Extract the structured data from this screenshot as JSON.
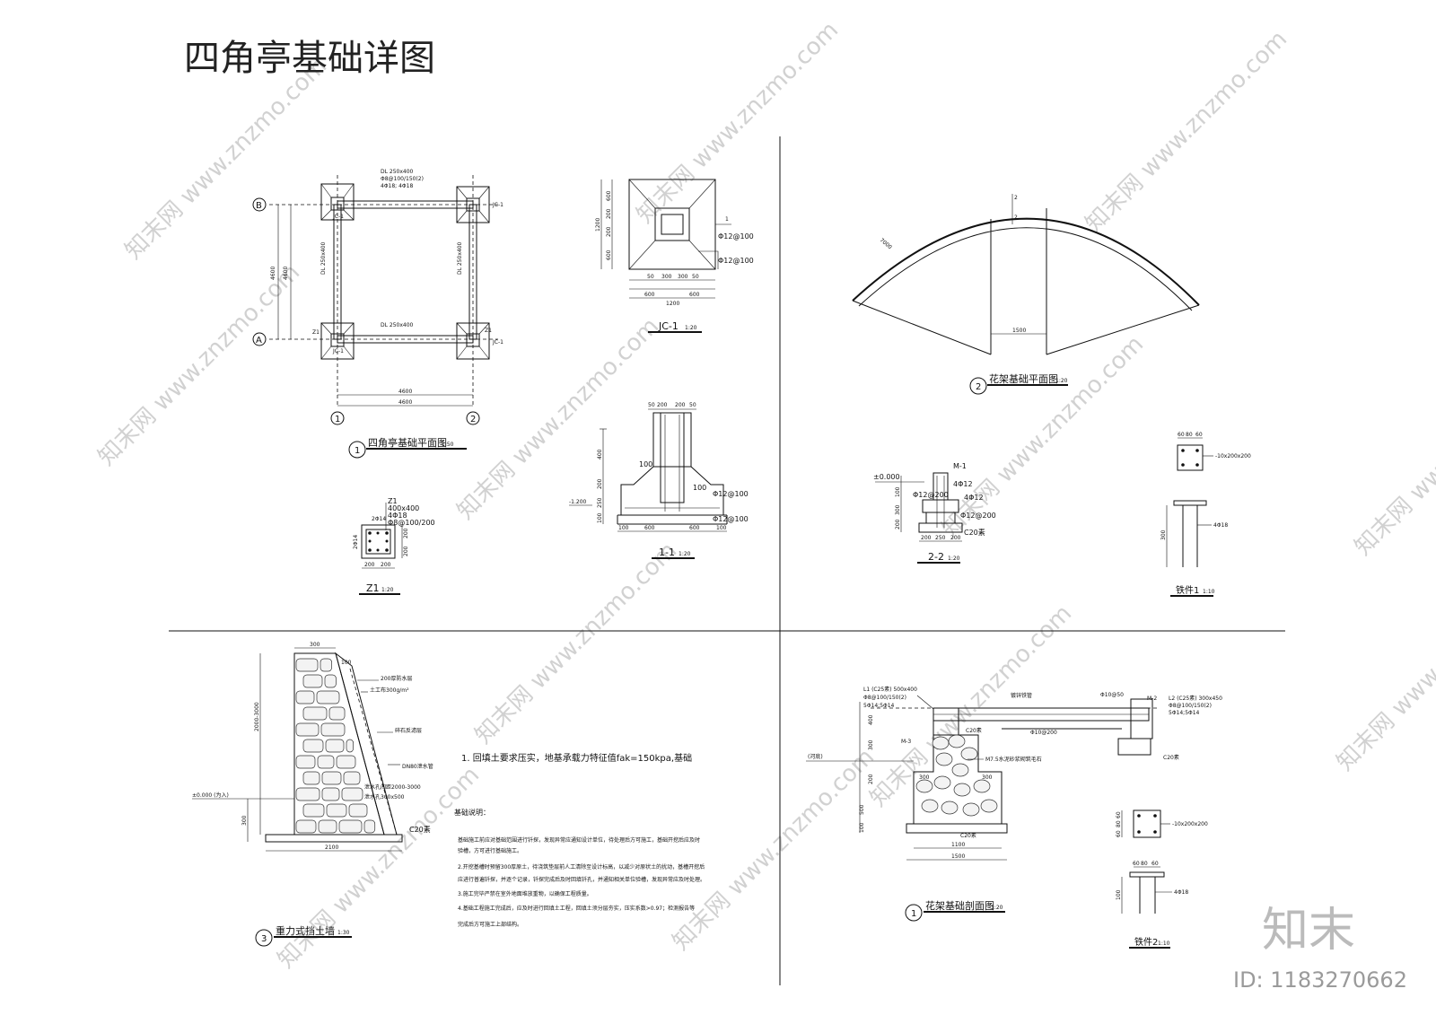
{
  "page": {
    "title": "四角亭基础详图",
    "watermark_text": "www.znzmo.com",
    "watermark_brand": "知末网",
    "logo_text": "知末",
    "id_label": "ID: 1183270662"
  },
  "q1": {
    "plan": {
      "axis_b": "B",
      "axis_a": "A",
      "axis_1": "1",
      "axis_2": "2",
      "beam_top": "DL 250x400",
      "beam_top_rebar1": "Φ8@100/150(2)",
      "beam_top_rebar2": "4Φ18; 4Φ18",
      "beam_bottom": "DL 250x400",
      "beam_left": "DL 250x400",
      "beam_right": "DL 250x400",
      "jc": "JC-1",
      "z1": "Z1",
      "dim_v1": "4600",
      "dim_v2": "4600",
      "dim_h1": "4600",
      "dim_h2": "4600",
      "caption_num": "1",
      "caption": "四角亭基础平面图",
      "caption_scale": "1:50"
    },
    "jc1": {
      "dims_left": [
        "600",
        "200",
        "200",
        "600"
      ],
      "total_left": "1200",
      "dims_bottom": [
        "50",
        "300",
        "300",
        "50"
      ],
      "dims_bottom2": [
        "600",
        "600"
      ],
      "total_bottom": "1200",
      "rebar1": "1",
      "rebar2": "Φ12@100",
      "rebar3": "Φ12@100",
      "caption": "JC-1",
      "caption_scale": "1:20"
    },
    "z1": {
      "label1": "Z1",
      "label2": "400x400",
      "label3": "4Φ18",
      "label4": "Φ8@100/200",
      "label5": "2Φ14",
      "label6": "2Φ14",
      "dims_bottom": [
        "200",
        "200"
      ],
      "dims_right": [
        "200",
        "200"
      ],
      "caption": "Z1",
      "caption_scale": "1:20"
    },
    "sec11": {
      "dims_top": [
        "50",
        "200",
        "200",
        "50"
      ],
      "dim_h1": "400",
      "dim_h2": "200",
      "dim_h3": "250",
      "dim_h4": "100",
      "elev": "-1.200",
      "note1": "100",
      "note2": "100",
      "rebar1": "Φ12@100",
      "rebar2": "Φ12@100",
      "dims_bottom": [
        "100",
        "600",
        "600",
        "100"
      ],
      "caption": "1-1",
      "caption_scale": "1:20"
    }
  },
  "q2": {
    "plan": {
      "cut_mark": "2",
      "cut_mark2": "2",
      "dim": "1500",
      "side": "7000",
      "caption_num": "2",
      "caption": "花架基础平面图",
      "caption_scale": "1:20"
    },
    "sec22": {
      "elev": "±0.000",
      "m1": "M-1",
      "r1": "4Φ12",
      "r2": "Φ12@200",
      "r3": "4Φ12",
      "r4": "Φ12@200",
      "c20": "C20素",
      "dims_bottom": [
        "200",
        "250",
        "200"
      ],
      "dims_left": [
        "100",
        "300",
        "200"
      ],
      "caption": "2-2",
      "caption_scale": "1:20"
    },
    "pj1": {
      "label_plate": "-10x200x200",
      "label_bar": "4Φ18",
      "dims": [
        "60",
        "80",
        "60"
      ],
      "dim_len": "300",
      "caption": "铁件1",
      "caption_scale": "1:10"
    }
  },
  "q3": {
    "wall": {
      "dim_top": "300",
      "dim_top2": "100",
      "note1": "200厚防水层",
      "note2": "土工布300g/m²",
      "note3": "碎石反滤层",
      "note4": "DN80泄水管",
      "note5": "泄水孔间距2000-3000",
      "note6": "泄水孔300x500",
      "elev": "±0.000 (为入)",
      "dim_h1": "2000-3000",
      "dim_h2": "300",
      "c20": "C20素",
      "dim_bottom": "2100",
      "caption_num": "3",
      "caption": "重力式挡土墙",
      "caption_scale": "1:30"
    },
    "notes": {
      "line1": "1. 回填土要求压实，地基承载力特征值fak=150kpa,基础",
      "heading": "基础说明：",
      "p1": "基础施工前应对基础范围进行钎探，发现异常应通知设计单位，待处理后方可施工，基础开挖后应及时",
      "p1b": "验槽，方可进行基础施工。",
      "p2": "2.开挖基槽时预留300厚原土，待浇筑垫层前人工清除至设计标高，以减少对原状土的扰动，基槽开挖后",
      "p2b": "应进行普遍钎探，并逐个记录，钎探完成后及时回填钎孔，并通知相关单位验槽，发现异常应及时处理。",
      "p3": "3.施工完毕严禁在室外地面堆放重物，以确保工程质量。",
      "p4": "4.基础工程施工完成后，应及时进行回填土工程，回填土须分层夯实，压实系数>0.97；检测报告等",
      "p4b": "完成后方可施工上部结构。"
    }
  },
  "q4": {
    "section": {
      "l1_label": "L1 (C25素) 500x400",
      "l1_r1": "Φ8@100/150(2)",
      "l1_r2": "5Φ14;5Φ14",
      "top_note": "镀锌铁管",
      "r_a": "Φ10@50",
      "m2": "M-2",
      "l2_label": "L2 (C25素) 300x450",
      "l2_r1": "Φ8@100/150(2)",
      "l2_r2": "5Φ14;5Φ14",
      "c20a": "C20素",
      "r_b": "Φ10@200",
      "c20b": "C20素",
      "m3": "M-3",
      "note_mid": "M7.5水泥砂浆砌筑毛石",
      "water": "(河底)",
      "dims_left": [
        "400",
        "300",
        "200",
        "500",
        "100"
      ],
      "dims_mid": [
        "300",
        "300"
      ],
      "c20c": "C20素",
      "dim_b1": "1100",
      "dim_b2": "1500",
      "caption_num": "1",
      "caption": "花架基础剖面图",
      "caption_scale": "1:20"
    },
    "pj2": {
      "label_plate": "-10x200x200",
      "label_bar": "4Φ18",
      "dims": [
        "60",
        "80",
        "60"
      ],
      "dim_len": "100",
      "dims2": [
        "60",
        "80",
        "60"
      ],
      "caption": "铁件2",
      "caption_scale": "1:10"
    }
  }
}
